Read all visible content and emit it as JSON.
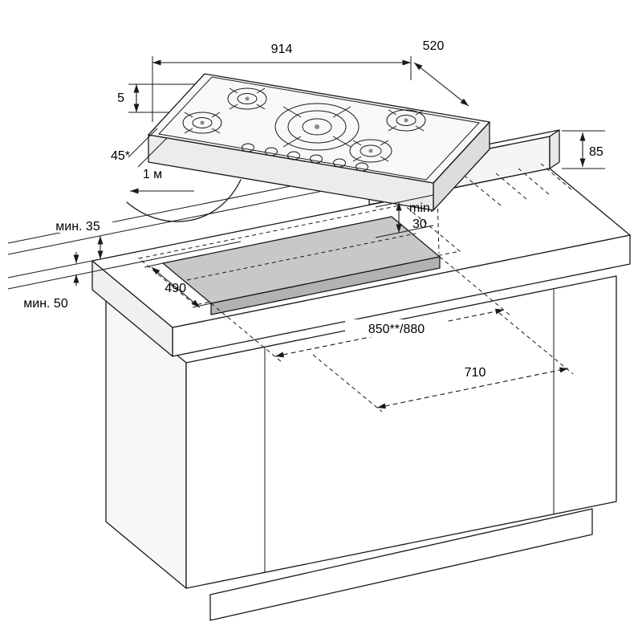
{
  "labels": {
    "hob_width": "914",
    "hob_depth": "520",
    "rim_height": "5",
    "chamfer_angle": "45*",
    "cable_length": "1 м",
    "min_side_clearance": "мин. 35",
    "min_front_clearance": "мин. 50",
    "cutout_depth": "490",
    "min_rear_word": "min.",
    "min_rear_value": "30",
    "rear_strip_height": "85",
    "cutout_width": "850**/880",
    "inner_width": "710"
  },
  "colors": {
    "line": "#1a1a1a",
    "cutout_fill": "#c8c8c8",
    "cutout_inner_fill": "#b2b2b2",
    "background": "#ffffff"
  }
}
